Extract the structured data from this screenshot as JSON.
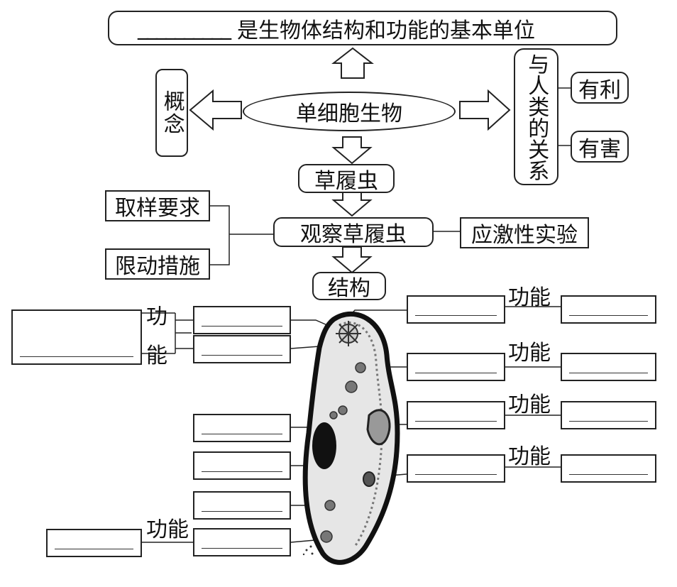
{
  "top_statement": {
    "blank": "__________",
    "text": "是生物体结构和功能的基本单位"
  },
  "center": "单细胞生物",
  "concept": "概念",
  "relation": "与人类的关系",
  "relation_items": [
    "有利",
    "有害"
  ],
  "species": "草履虫",
  "observe": "观察草履虫",
  "observe_left": [
    "取样要求",
    "限动措施"
  ],
  "observe_right": "应激性实验",
  "structure": "结构",
  "function_label": "功能",
  "function_label_split": [
    "功",
    "能"
  ]
}
